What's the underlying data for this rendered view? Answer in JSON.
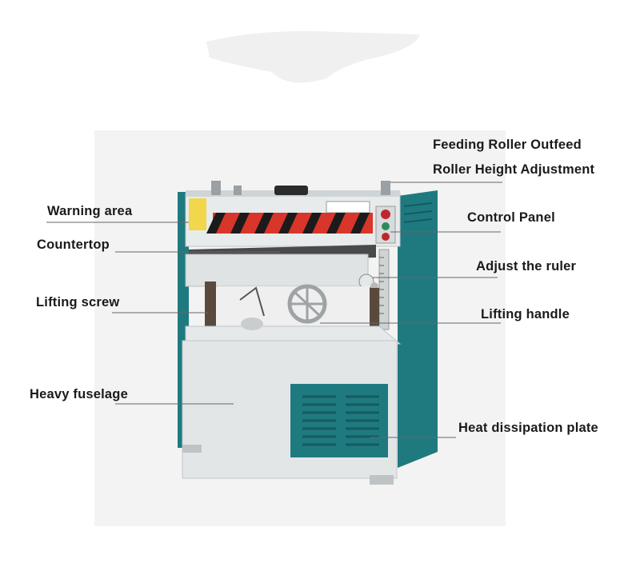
{
  "labels": {
    "feeding_roller_outfeed": "Feeding Roller Outfeed",
    "roller_height_adjustment": "Roller Height Adjustment",
    "warning_area": "Warning area",
    "control_panel": "Control Panel",
    "countertop": "Countertop",
    "adjust_the_ruler": "Adjust the ruler",
    "lifting_screw": "Lifting screw",
    "lifting_handle": "Lifting handle",
    "heavy_fuselage": "Heavy fuselage",
    "heat_dissipation_plate": "Heat dissipation plate"
  },
  "colors": {
    "teal_panel": "#1f7a80",
    "body_grey": "#dfe3e4",
    "warning_red": "#d8362a",
    "leader_line": "#666666",
    "backdrop": "#f3f3f3"
  }
}
